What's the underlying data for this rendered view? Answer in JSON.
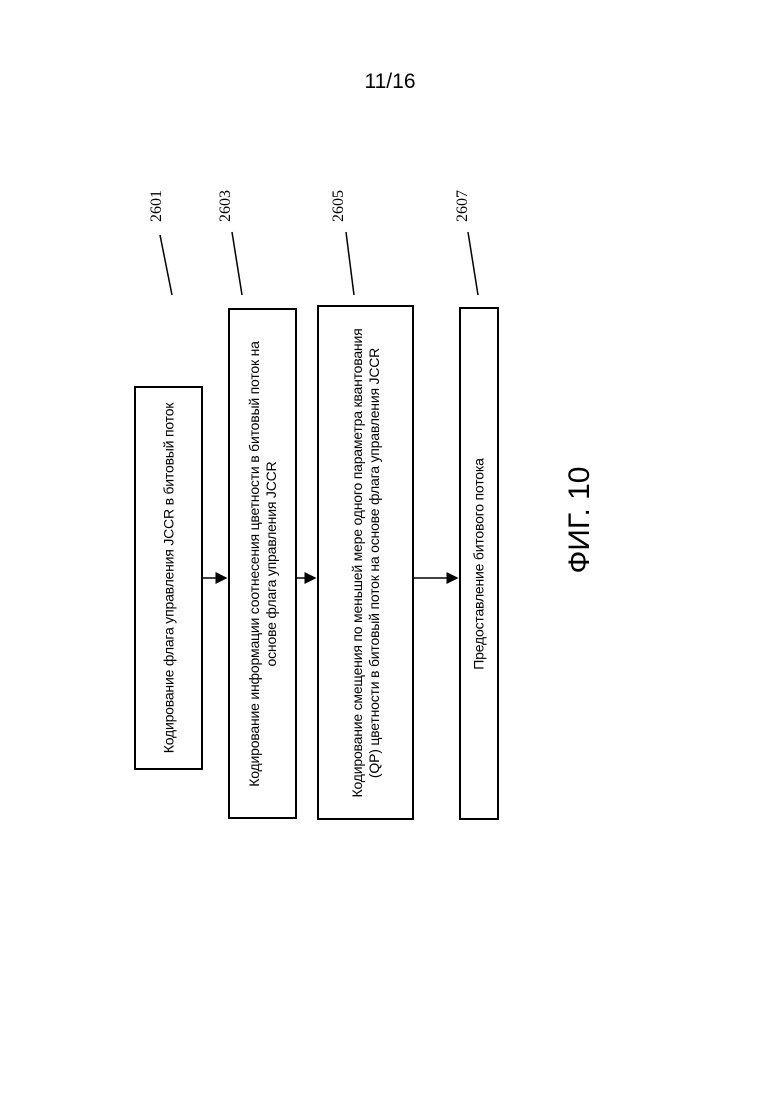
{
  "page_number": "11/16",
  "figure_caption": "ФИГ. 10",
  "steps": [
    {
      "ref": "2601",
      "text": "Кодирование флага управления JCCR в битовый поток"
    },
    {
      "ref": "2603",
      "text": "Кодирование информации соотнесения цветности в битовый поток на основе флага управления JCCR"
    },
    {
      "ref": "2605",
      "text": "Кодирование смещения по меньшей мере одного параметра квантования (QP) цветности в битовый поток на основе флага управления JCCR"
    },
    {
      "ref": "2607",
      "text": "Предоставление битового потока"
    }
  ]
}
